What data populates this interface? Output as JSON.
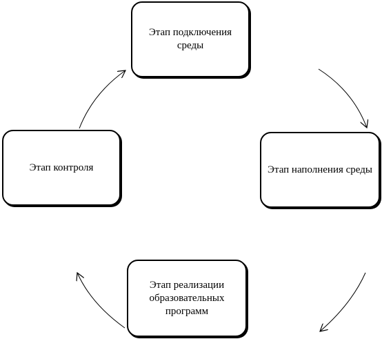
{
  "diagram": {
    "stages": [
      {
        "id": "top",
        "label": "Этап подключения среды"
      },
      {
        "id": "right",
        "label": "Этап наполнения среды"
      },
      {
        "id": "bottom",
        "label": "Этап реализации образовательных программ"
      },
      {
        "id": "left",
        "label": "Этап контроля"
      }
    ],
    "line_color": "#000000"
  }
}
